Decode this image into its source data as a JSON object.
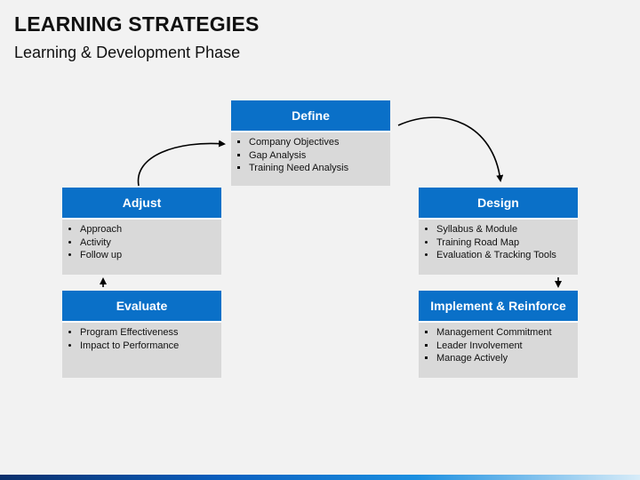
{
  "header": {
    "title": "LEARNING STRATEGIES",
    "subtitle": "Learning & Development Phase"
  },
  "boxes": {
    "define": {
      "title": "Define",
      "items": [
        "Company Objectives",
        "Gap Analysis",
        "Training Need Analysis"
      ]
    },
    "adjust": {
      "title": "Adjust",
      "items": [
        "Approach",
        "Activity",
        "Follow up"
      ]
    },
    "design": {
      "title": "Design",
      "items": [
        "Syllabus & Module",
        "Training Road Map",
        "Evaluation & Tracking Tools"
      ]
    },
    "evaluate": {
      "title": "Evaluate",
      "items": [
        "Program Effectiveness",
        "Impact to Performance"
      ]
    },
    "implement": {
      "title": "Implement & Reinforce",
      "items": [
        "Management Commitment",
        "Leader Involvement",
        "Manage Actively"
      ]
    }
  },
  "colors": {
    "header_blue": "#0a70c8",
    "body_gray": "#d9d9d9",
    "background": "#f2f2f2"
  }
}
